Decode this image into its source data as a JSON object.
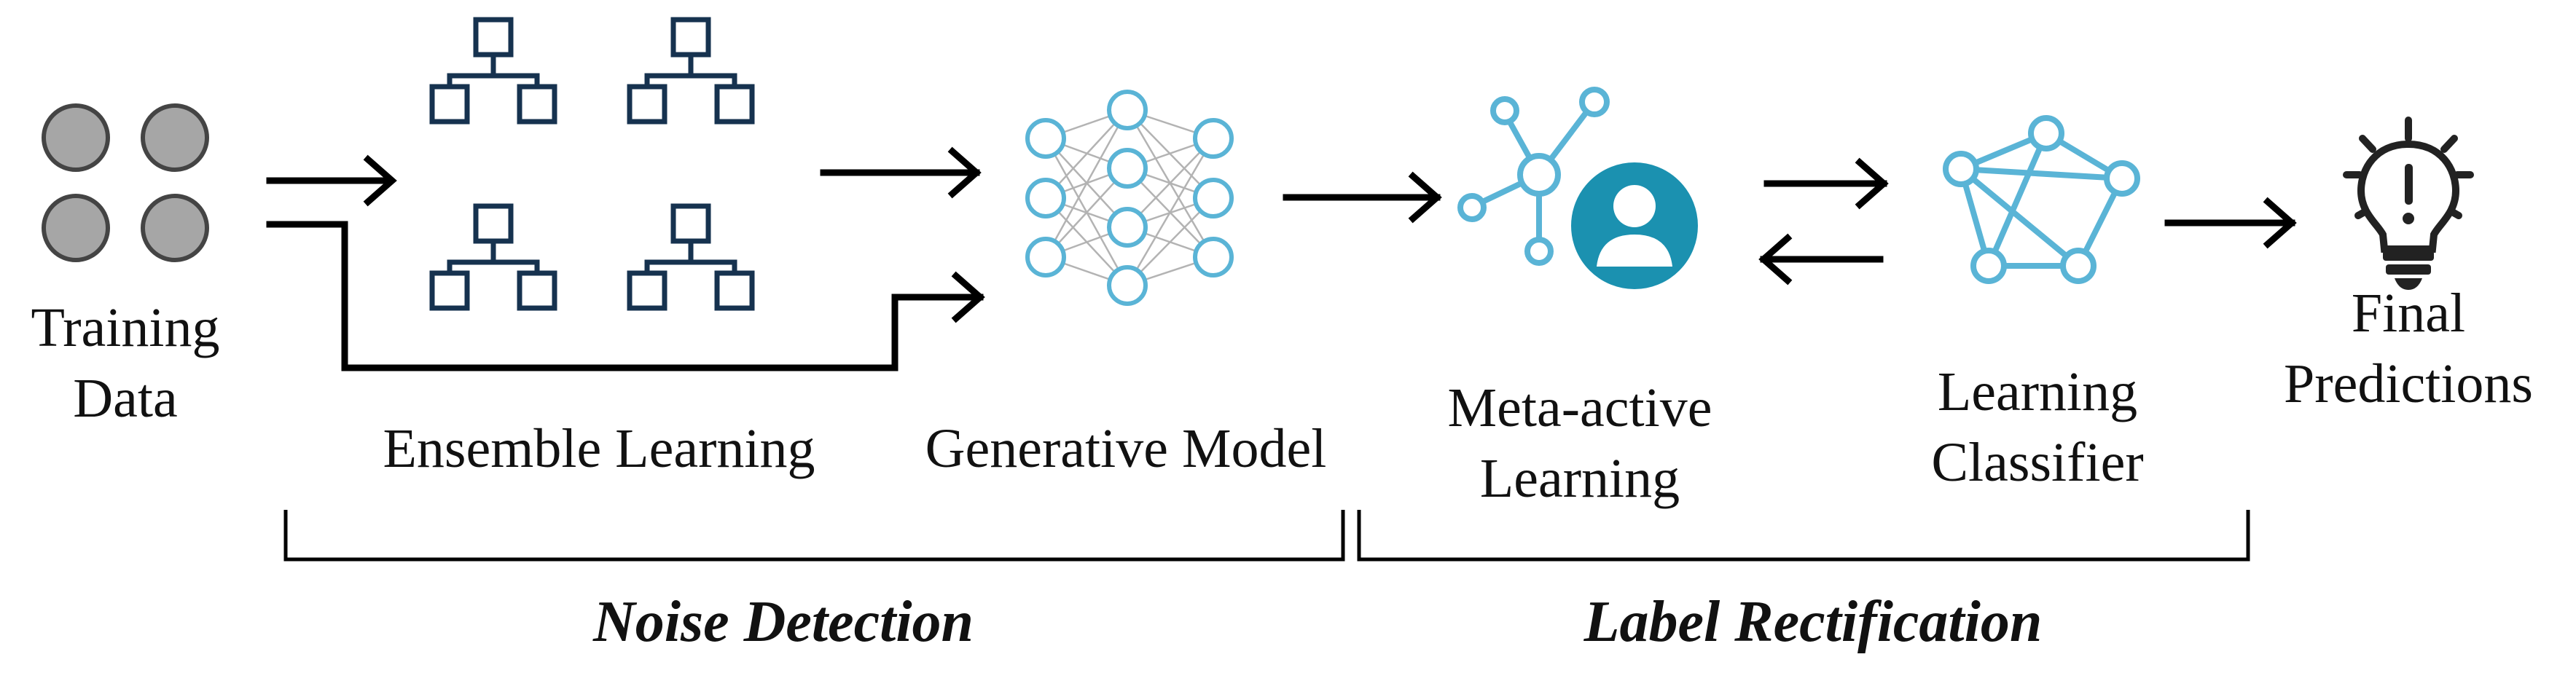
{
  "colors": {
    "node_gray": "#a6a6a6",
    "tree_navy": "#16324f",
    "network_blue": "#5ab4d6",
    "meta_teal": "#1b91b0",
    "arrow_black": "#000000"
  },
  "nodes": {
    "training_data": {
      "line1": "Training",
      "line2": "Data",
      "icon": "data-cluster-icon"
    },
    "ensemble_learning": {
      "label": "Ensemble Learning",
      "icon": "decision-tree-icon"
    },
    "generative_model": {
      "label": "Generative Model",
      "icon": "neural-network-icon"
    },
    "meta_active_learning": {
      "line1": "Meta-active",
      "line2": "Learning",
      "icon": "user-network-icon"
    },
    "learning_classifier": {
      "line1": "Learning",
      "line2": "Classifier",
      "icon": "graph-icon"
    },
    "final_predictions": {
      "line1": "Final",
      "line2": "Predictions",
      "icon": "lightbulb-idea-icon"
    }
  },
  "sections": {
    "noise_detection": "Noise Detection",
    "label_rectification": "Label Rectification"
  }
}
